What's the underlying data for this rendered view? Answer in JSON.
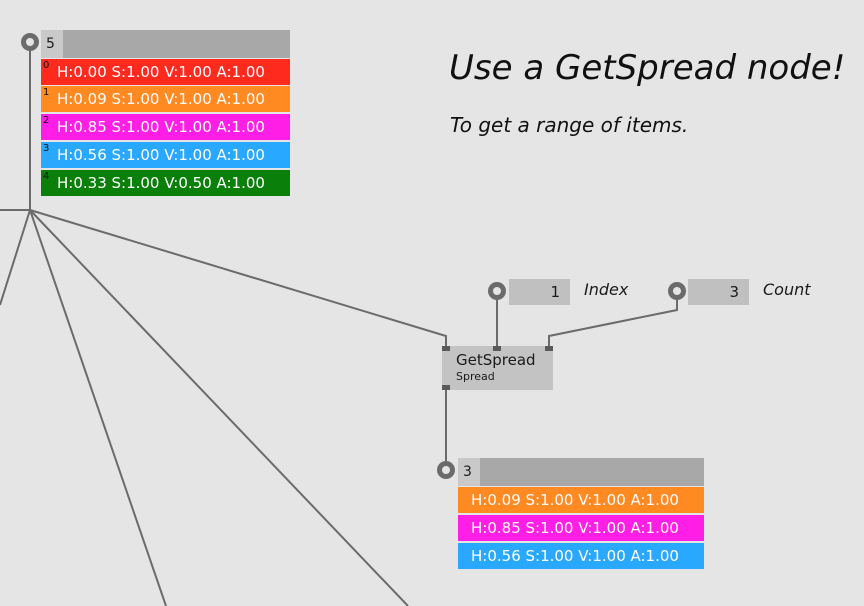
{
  "annotation": {
    "title": "Use a GetSpread node!",
    "subtitle": "To get a range of items."
  },
  "source_spread": {
    "count": "5",
    "items": [
      {
        "index": "0",
        "label": "H:0.00 S:1.00 V:1.00 A:1.00",
        "color": "#ff2a1e"
      },
      {
        "index": "1",
        "label": "H:0.09 S:1.00 V:1.00 A:1.00",
        "color": "#ff8a22"
      },
      {
        "index": "2",
        "label": "H:0.85 S:1.00 V:1.00 A:1.00",
        "color": "#ff1ee6"
      },
      {
        "index": "3",
        "label": "H:0.56 S:1.00 V:1.00 A:1.00",
        "color": "#28a8ff"
      },
      {
        "index": "4",
        "label": "H:0.33 S:1.00 V:0.50 A:1.00",
        "color": "#0a7f0a"
      }
    ]
  },
  "inputs": {
    "index": {
      "value": "1",
      "label": "Index"
    },
    "count": {
      "value": "3",
      "label": "Count"
    }
  },
  "node": {
    "name": "GetSpread",
    "category": "Spread"
  },
  "output_spread": {
    "count": "3",
    "items": [
      {
        "label": "H:0.09 S:1.00 V:1.00 A:1.00",
        "color": "#ff8a22"
      },
      {
        "label": "H:0.85 S:1.00 V:1.00 A:1.00",
        "color": "#ff1ee6"
      },
      {
        "label": "H:0.56 S:1.00 V:1.00 A:1.00",
        "color": "#28a8ff"
      }
    ]
  },
  "colors": {
    "background": "#e5e5e5",
    "wire": "#6b6b6b",
    "node_fill": "#c3c3c3",
    "header_fill": "#a8a8a8"
  },
  "icons": {
    "pin": "pin-icon",
    "port": "port-icon"
  }
}
